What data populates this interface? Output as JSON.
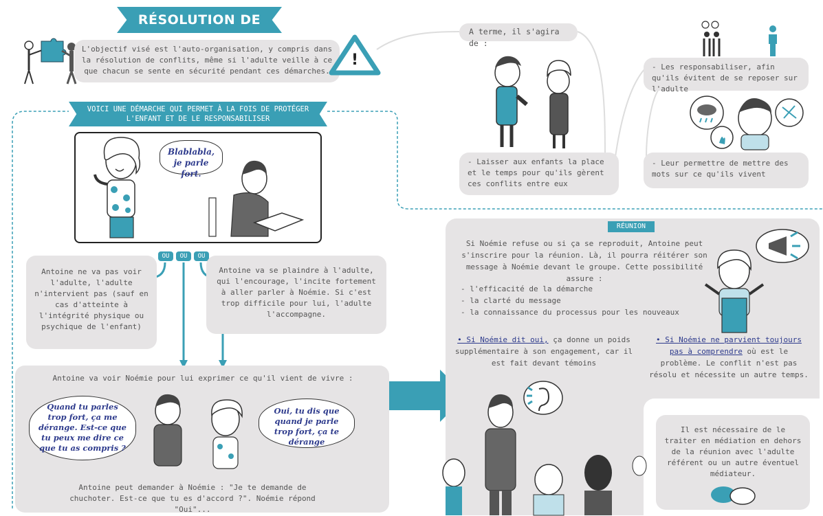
{
  "title": "RÉSOLUTION DE CONFLITS",
  "colors": {
    "accent": "#3a9fb5",
    "panel": "#e6e4e5",
    "ink": "#2d3a8c"
  },
  "intro": "L'objectif visé est l'auto-organisation, y compris dans la résolution de conflits, même si l'adulte veille à ce que chacun se sente en sécurité pendant ces démarches.",
  "warning_mark": "!",
  "terme": {
    "heading": "A terme, il s'agira de :",
    "item1": "- Laisser aux enfants la place et le temps pour qu'ils gèrent ces conflits entre eux",
    "item2": "- Les responsabiliser, afin qu'ils évitent de se reposer sur l'adulte",
    "item3": "- Leur permettre de mettre des mots sur ce qu'ils vivent"
  },
  "demarche": {
    "banner": "VOICI UNE DÉMARCHE QUI PERMET À LA FOIS DE PROTÉGER L'ENFANT ET DE LE RESPONSABILISER",
    "speech": "Blablabla, je parle fort.",
    "ou": [
      "OU",
      "OU",
      "OU"
    ],
    "left": "Antoine ne va pas voir l'adulte, l'adulte n'intervient pas (sauf en cas d'atteinte à l'intégrité physique ou psychique de l'enfant)",
    "right": "Antoine va se plaindre à l'adulte, qui l'encourage, l'incite fortement à aller parler à Noémie. Si c'est trop difficile pour lui, l'adulte l'accompagne."
  },
  "dialogue": {
    "intro": "Antoine va voir Noémie pour lui exprimer ce qu'il vient de vivre :",
    "antoine": "Quand tu parles trop fort, ça me dérange. Est-ce que tu peux me dire ce que tu as compris ?",
    "noemie": "Oui, tu dis que quand je parle trop fort, ça te dérange",
    "outro": "Antoine peut demander à Noémie : \"Je te demande de chuchoter. Est-ce que tu es d'accord ?\". Noémie répond \"Oui\"..."
  },
  "reunion": {
    "label": "RÉUNION",
    "text": "Si Noémie refuse ou si ça se reproduit, Antoine peut s'inscrire pour la réunion. Là, il pourra réitérer son message à Noémie devant le groupe. Cette possibilité assure :",
    "bullets": [
      "- l'efficacité de la démarche",
      "- la clarté du message",
      "- la connaissance du processus pour les nouveaux"
    ],
    "oui_underlined": "• Si Noémie dit oui,",
    "oui_rest": " ça donne un poids supplémentaire à son engagement, car il est fait devant témoins",
    "non_underlined": "• Si Noémie ne parvient toujours pas à comprendre",
    "non_rest": " où est le problème. Le conflit n'est pas résolu et nécessite un autre temps.",
    "mediation": "Il est nécessaire de le traiter en médiation en dehors de la réunion avec l'adulte référent ou un autre éventuel médiateur."
  }
}
